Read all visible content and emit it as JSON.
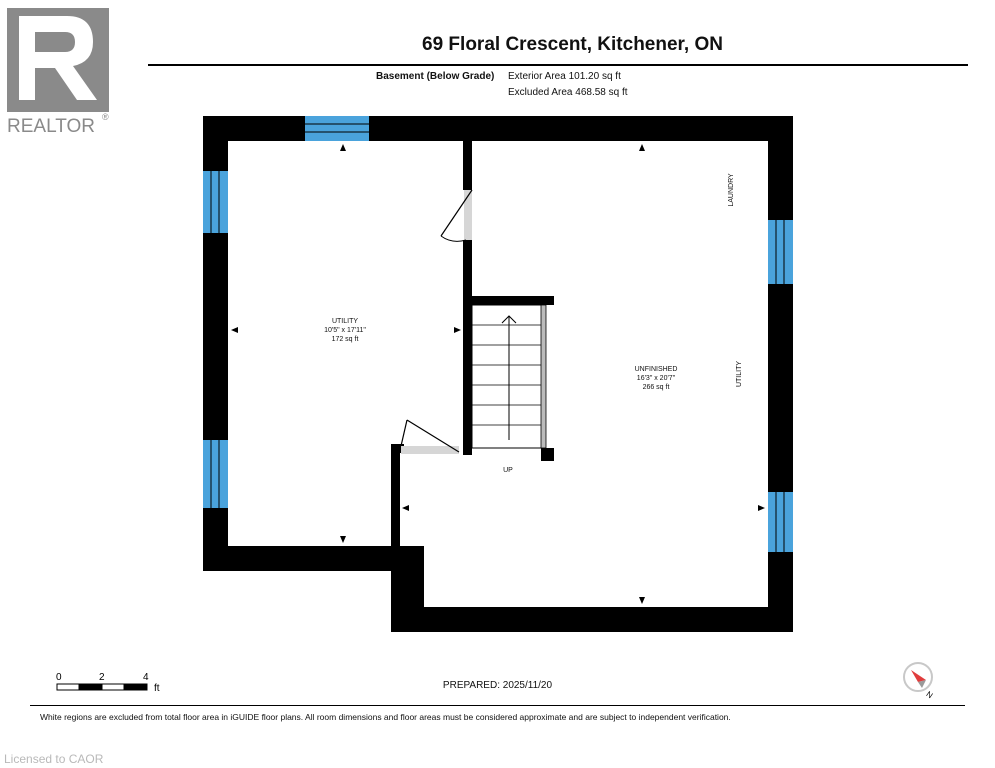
{
  "brand": {
    "logo_letter": "R",
    "logo_text": "REALTOR",
    "logo_mark": "®",
    "color": "#8a8a8a"
  },
  "header": {
    "title": "69 Floral Crescent, Kitchener, ON",
    "level": "Basement (Below Grade)",
    "exterior_area": "Exterior Area 101.20 sq ft",
    "excluded_area": "Excluded Area 468.58 sq ft"
  },
  "rooms": {
    "utility_left": {
      "name": "UTILITY",
      "dims": "10'5\" x 17'11\"",
      "area": "172 sq ft"
    },
    "unfinished": {
      "name": "UNFINISHED",
      "dims": "16'3\" x 20'7\"",
      "area": "266 sq ft"
    },
    "laundry": "LAUNDRY",
    "utility_right": "UTILITY",
    "stairs": "UP"
  },
  "scale": {
    "ticks": [
      "0",
      "2",
      "4"
    ],
    "unit": "ft"
  },
  "prepared": "PREPARED: 2025/11/20",
  "compass": {
    "letter": "N"
  },
  "disclaimer": "White regions are excluded from total floor area in iGUIDE floor plans. All room dimensions and floor areas must be considered approximate and are subject to independent verification.",
  "license": "Licensed to CAOR",
  "colors": {
    "wall": "#000000",
    "window": "#4aa3dc",
    "compass_accent": "#e03c3c"
  }
}
